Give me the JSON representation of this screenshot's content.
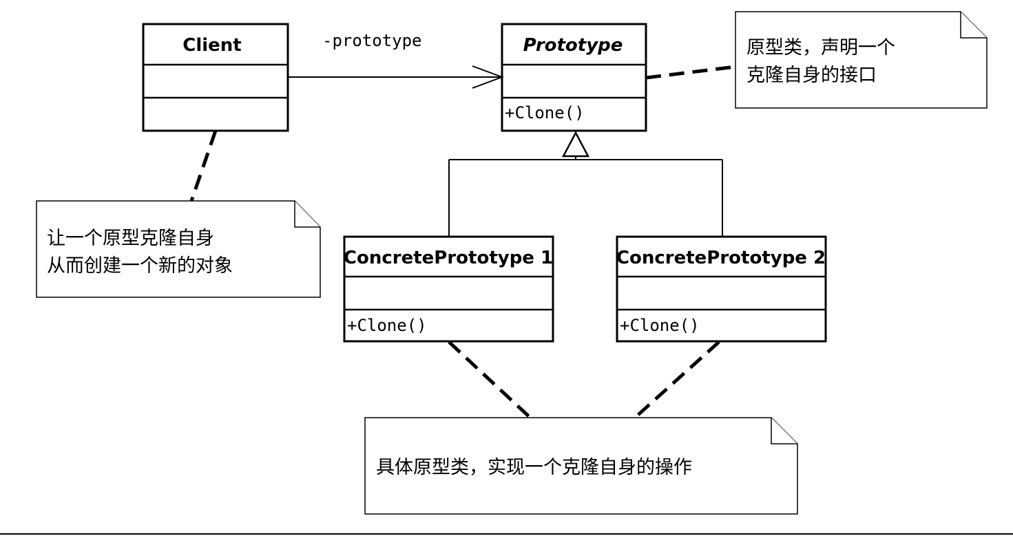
{
  "classes": {
    "client": {
      "name": "Client",
      "methods": ""
    },
    "prototype": {
      "name": "Prototype",
      "methods": "+Clone()"
    },
    "concrete1": {
      "name": "ConcretePrototype 1",
      "methods": "+Clone()"
    },
    "concrete2": {
      "name": "ConcretePrototype 2",
      "methods": "+Clone()"
    }
  },
  "association": {
    "label": "-prototype"
  },
  "notes": {
    "prototype_note": {
      "line1": "原型类，声明一个",
      "line2": "克隆自身的接口"
    },
    "client_note": {
      "line1": "让一个原型克隆自身",
      "line2": "从而创建一个新的对象"
    },
    "concrete_note": {
      "line1": "具体原型类，实现一个克隆自身的操作"
    }
  }
}
